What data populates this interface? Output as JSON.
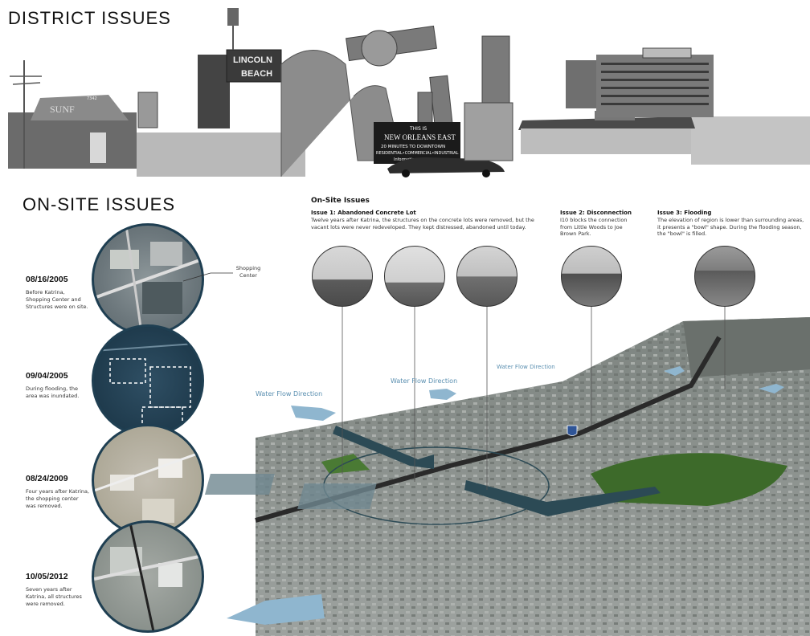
{
  "titles": {
    "district": "DISTRICT ISSUES",
    "onsite": "ON-SITE ISSUES"
  },
  "collage": {
    "sign_lincoln": "LINCOLN",
    "sign_beach": "BEACH",
    "sign_sunf": "SUNF",
    "sign_number": "7342",
    "billboard_line1": "THIS IS",
    "billboard_line2": "NEW ORLEANS EAST",
    "billboard_line3": "20 MINUTES TO DOWNTOWN",
    "billboard_line4": "RESIDENTIAL•COMMERCIAL•INDUSTRIAL",
    "billboard_line5": "Information"
  },
  "timeline": [
    {
      "date": "08/16/2005",
      "text": "Before Katrina, Shopping Center and Structures were on site."
    },
    {
      "date": "09/04/2005",
      "text": "During flooding, the area was inundated."
    },
    {
      "date": "08/24/2009",
      "text": "Four years after Katrina, the shopping center was removed."
    },
    {
      "date": "10/05/2012",
      "text": "Seven years after Katrina, all structures were removed."
    }
  ],
  "shopping_center_label": "Shopping Center",
  "onsite": {
    "heading": "On-Site Issues",
    "issues": [
      {
        "title": "Issue 1: Abandoned Concrete Lot",
        "text": "Twelve years after Katrina, the structures on the concrete lots were removed, but the vacant lots were never redeveloped. They kept distressed, abandoned until today."
      },
      {
        "title": "Issue 2: Disconnection",
        "text": "I10 blocks the connection from Little Woods to Joe Brown Park."
      },
      {
        "title": "Issue 3: Flooding",
        "text": "The elevation of region is lower than surrounding areas, it presents a \"bowl\" shape. During the flooding season, the \"bowl\" is filled."
      }
    ]
  },
  "flow_labels": [
    "Water Flow Direction",
    "Water Flow Direction",
    "Water Flow Direction"
  ],
  "colors": {
    "circle_border": "#1f3f52",
    "flow_text": "#5a8fb0",
    "flow_arrow": "#8fb6cf",
    "route_arrow": "#2c4a55",
    "park": "#3d6a2a"
  },
  "icons": {
    "shield": "interstate-10-shield-icon"
  }
}
